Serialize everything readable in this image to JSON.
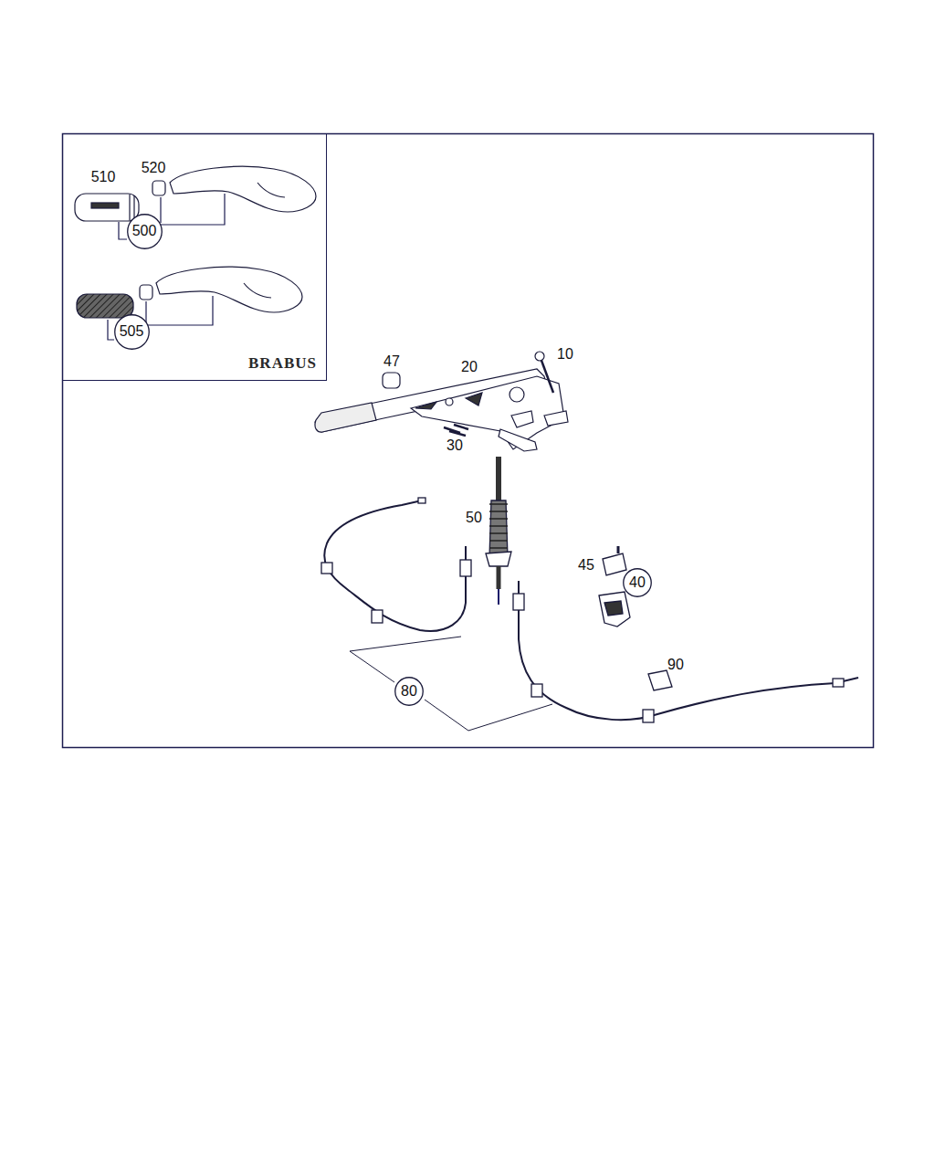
{
  "diagram": {
    "nodes": [
      {
        "text": [
          "BRABUS"
        ]
      },
      {
        "text": [
          "500"
        ],
        "in": 0
      },
      {
        "text": [
          "505"
        ],
        "in": 0
      },
      {
        "text": [
          "40"
        ]
      },
      {
        "text": [
          "80"
        ]
      }
    ],
    "labels": [
      "510",
      "520",
      "47",
      "20",
      "10",
      "30",
      "50",
      "45",
      "90"
    ]
  }
}
